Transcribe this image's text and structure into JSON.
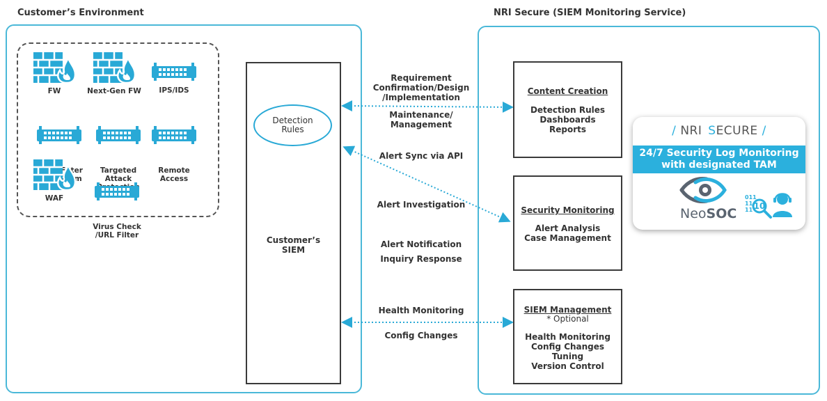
{
  "left_title": "Customer’s Environment",
  "right_title": "NRI Secure (SIEM Monitoring Service)",
  "devices": [
    {
      "label": "FW",
      "icon": "firewall-icon"
    },
    {
      "label": "Next-Gen FW",
      "icon": "firewall-icon"
    },
    {
      "label": "IPS/IDS",
      "icon": "appliance-icon"
    },
    {
      "label": "Email Filter\n/Anti-Spam",
      "icon": "appliance-icon"
    },
    {
      "label": "Targeted Attack\nProtection",
      "icon": "appliance-icon"
    },
    {
      "label": "Remote\nAccess",
      "icon": "appliance-icon"
    },
    {
      "label": "WAF",
      "icon": "firewall-icon"
    },
    {
      "label": "Virus Check\n/URL Filter",
      "icon": "appliance-icon"
    }
  ],
  "detection_rules": "Detection\nRules",
  "siem_label": "Customer’s\nSIEM",
  "flows": {
    "content": "Requirement\nConfirmation/Design\n/Implementation",
    "maintenance": "Maintenance/\nManagement",
    "alert_sync": "Alert Sync via API",
    "alert_investigation": "Alert Investigation",
    "alert_notification": "Alert Notification",
    "inquiry": "Inquiry Response",
    "health": "Health Monitoring",
    "config": "Config Changes"
  },
  "content_box": {
    "title": "Content Creation",
    "lines": [
      "Detection Rules",
      "Dashboards",
      "Reports"
    ]
  },
  "monitoring_box": {
    "title": "Security Monitoring",
    "lines": [
      "Alert Analysis",
      "Case Management"
    ]
  },
  "siem_mgmt_box": {
    "title": "SIEM Management",
    "note": "* Optional",
    "lines": [
      "Health Monitoring",
      "Config Changes",
      "Tuning",
      "Version Control"
    ]
  },
  "card": {
    "brand_nri": "NRI",
    "brand_s": "S",
    "brand_rest": "ECURE",
    "banner": "24/7 Security Log Monitoring\nwith designated TAM",
    "logo_neo": "Neo",
    "logo_soc": "SOC",
    "binary": [
      "011",
      "11",
      "11"
    ],
    "badge": "10"
  },
  "colors": {
    "accent": "#2bb0dd",
    "border": "#4ab8d8",
    "arrow": "#29a9d6",
    "dark": "#333333"
  }
}
